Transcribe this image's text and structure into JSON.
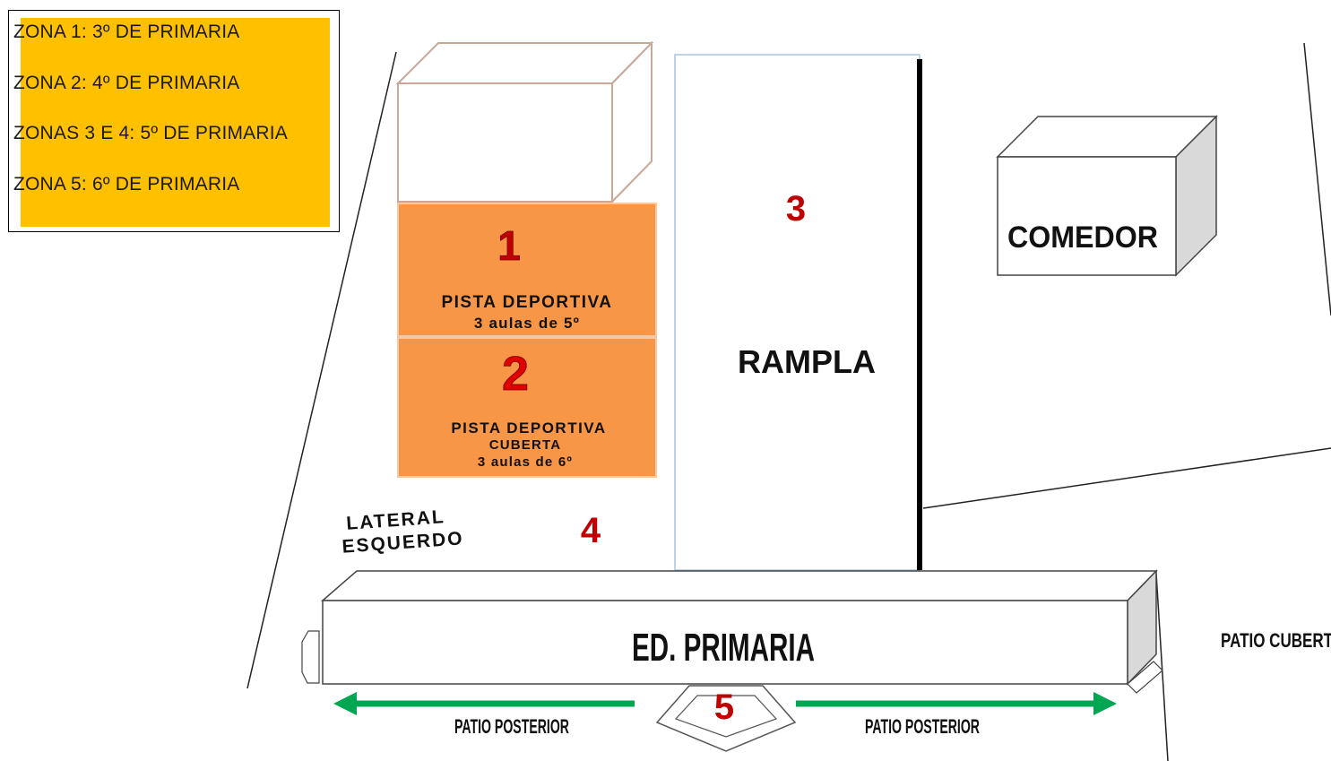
{
  "legend": {
    "items": [
      "ZONA 1: 3º DE PRIMARIA",
      "ZONA 2: 4º DE PRIMARIA",
      "ZONAS 3  E 4:  5º DE PRIMARIA",
      "ZONA 5: 6º DE PRIMARIA"
    ],
    "fill_color": "#ffc000"
  },
  "zones": {
    "z1": {
      "number": "1",
      "line1": "PISTA DEPORTIVA",
      "line2": "3 aulas de 5º"
    },
    "z2": {
      "number": "2",
      "line1": "PISTA DEPORTIVA",
      "line2": "CUBERTA",
      "line3": "3 aulas de 6º"
    },
    "z3": {
      "number": "3"
    },
    "z4": {
      "number": "4"
    },
    "z5": {
      "number": "5"
    }
  },
  "labels": {
    "rampla": "RAMPLA",
    "comedor": "COMEDOR",
    "ed_primaria": "ED. PRIMARIA",
    "lateral_line1": "LATERAL",
    "lateral_line2": "ESQUERDO",
    "patio_cuberto": "PATIO CUBERTO",
    "patio_posterior_left": "PATIO POSTERIOR",
    "patio_posterior_right": "PATIO POSTERIOR"
  },
  "colors": {
    "zone_fill": "#f79646",
    "zone_number": "#c00000",
    "arrow": "#00a651",
    "building_side": "#d9d9d9"
  }
}
